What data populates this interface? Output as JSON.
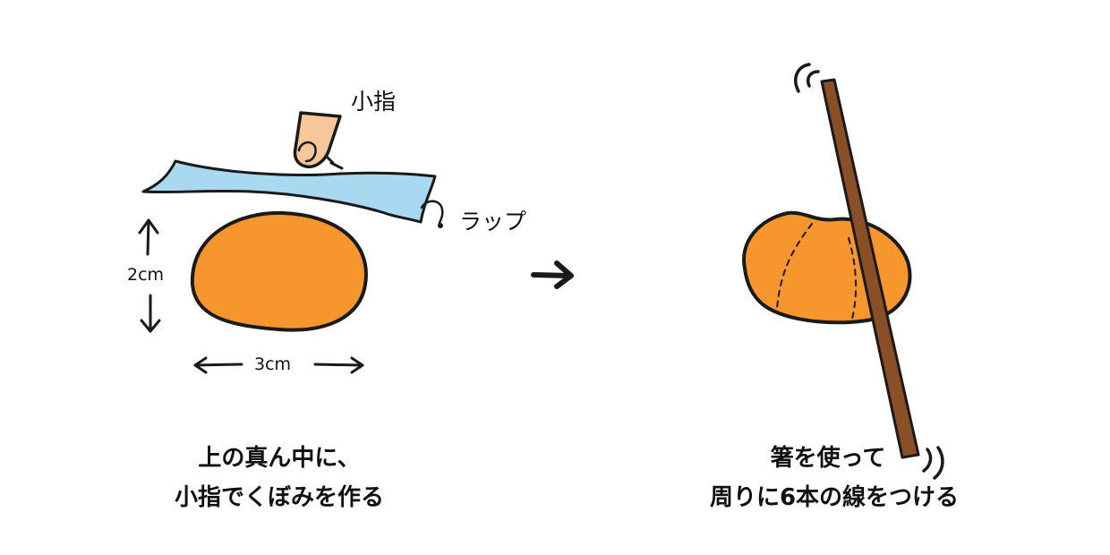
{
  "left_panel": {
    "finger_label": "小指",
    "wrap_label": "ラップ",
    "height_label": "2cm",
    "width_label": "3cm",
    "caption_line1": "上の真ん中に、",
    "caption_line2": "小指でくぼみを作る"
  },
  "right_panel": {
    "caption_line1": "箸を使って",
    "caption_line2": "周りに6本の線をつける"
  },
  "colors": {
    "dough": "#F7962C",
    "wrap": "#A9D8F1",
    "finger": "#F6C79B",
    "chopstick": "#8A4F25",
    "outline": "#1A1A1A"
  },
  "icons": {
    "step_arrow": "right-arrow-icon",
    "motion_lines": "motion-lines-icon"
  }
}
